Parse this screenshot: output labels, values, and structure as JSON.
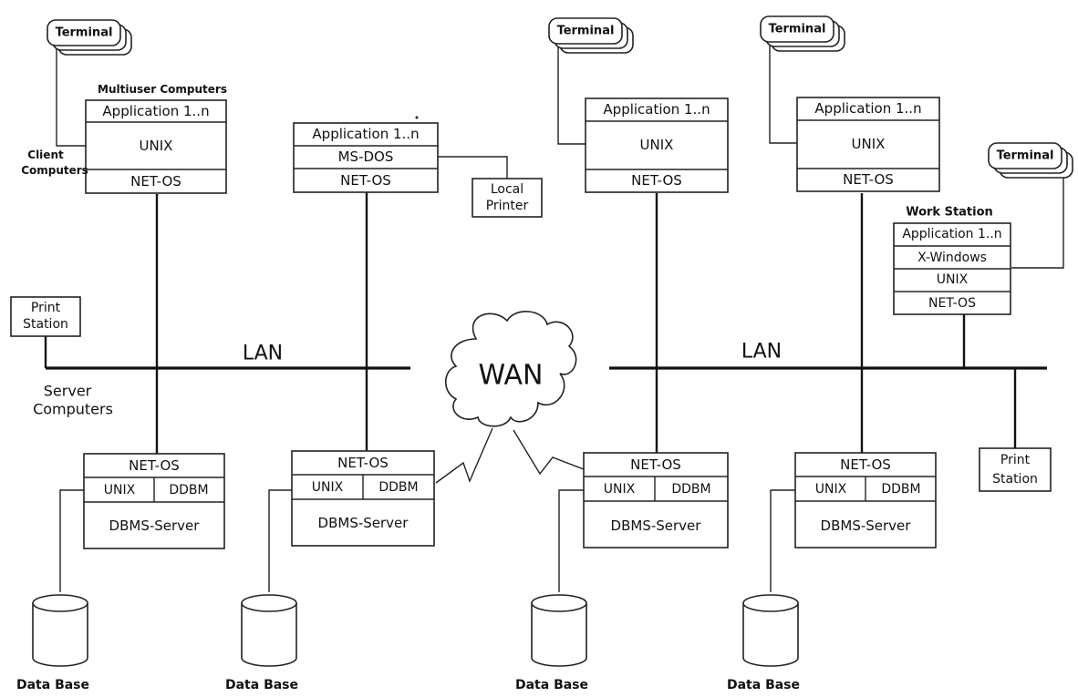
{
  "labels": {
    "terminal": "Terminal",
    "multiuser_computers": "Multiuser Computers",
    "client_computers": [
      "Client",
      "Computers"
    ],
    "server_computers": [
      "Server",
      "Computers"
    ],
    "work_station": "Work Station",
    "print_station": [
      "Print",
      "Station"
    ],
    "local_printer": [
      "Local",
      "Printer"
    ],
    "lan": "LAN",
    "wan": "WAN",
    "data_base": "Data Base"
  },
  "client_stack_unix": [
    "Application 1..n",
    "UNIX",
    "NET-OS"
  ],
  "client_stack_dos": [
    "Application 1..n",
    "MS-DOS",
    "NET-OS"
  ],
  "workstation_stack": [
    "Application 1..n",
    "X-Windows",
    "UNIX",
    "NET-OS"
  ],
  "server_stack": {
    "top": "NET-OS",
    "left": "UNIX",
    "right": "DDBM",
    "bottom": "DBMS-Server"
  }
}
